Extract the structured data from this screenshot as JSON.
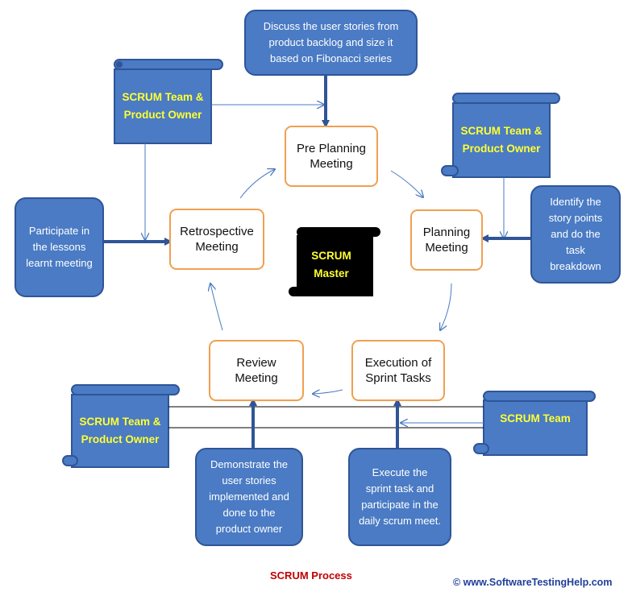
{
  "diagram": {
    "stages": {
      "pre_planning": "Pre Planning Meeting",
      "planning": "Planning Meeting",
      "execution": "Execution  of Sprint Tasks",
      "review": "Review Meeting",
      "retrospective": "Retrospective Meeting"
    },
    "callouts": {
      "backlog": "Discuss the user stories from product backlog and size it based on Fibonacci series",
      "story_points": "Identify the story points and do the task breakdown",
      "execute": "Execute the sprint task and participate in the daily scrum meet.",
      "demonstrate": "Demonstrate the user stories implemented and done to the product owner",
      "lessons": "Participate in the lessons learnt meeting"
    },
    "roles": {
      "team_po_top_left": "SCRUM Team & Product Owner",
      "team_po_top_right": "SCRUM Team & Product Owner",
      "team_po_bottom_left": "SCRUM Team & Product Owner",
      "team_bottom_right": "SCRUM Team",
      "master": "SCRUM Master"
    },
    "caption": "SCRUM Process",
    "credit": "© www.SoftwareTestingHelp.com"
  },
  "colors": {
    "callout_fill": "#4a7bc4",
    "callout_border": "#2f5597",
    "stage_border": "#f0a050",
    "role_text": "#ffff33",
    "caption": "#c00000",
    "credit": "#1f3f99"
  }
}
